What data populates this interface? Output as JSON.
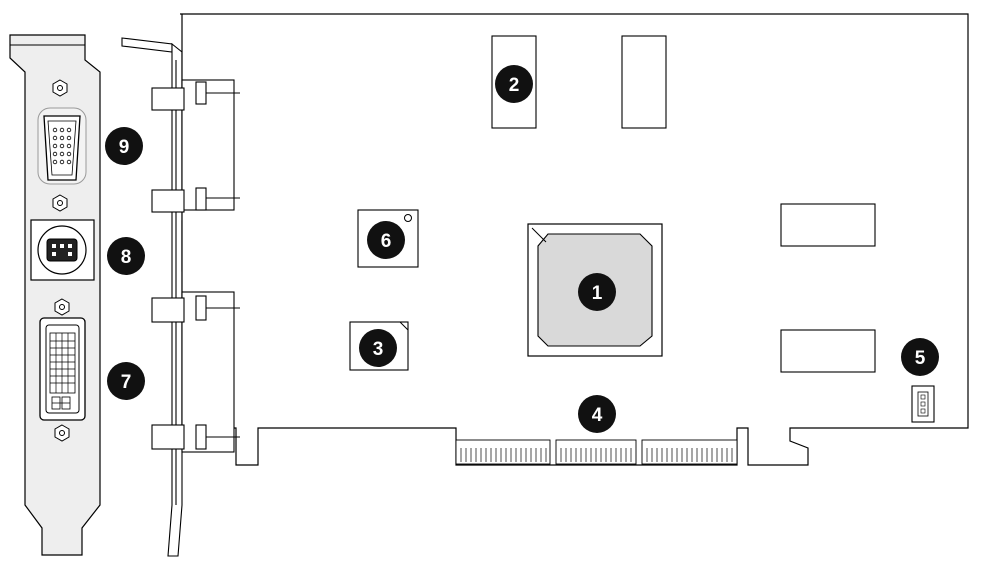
{
  "diagram": {
    "markers": [
      {
        "id": "gpu",
        "label": "1"
      },
      {
        "id": "memory",
        "label": "2"
      },
      {
        "id": "chip-3",
        "label": "3"
      },
      {
        "id": "bus-connector",
        "label": "4"
      },
      {
        "id": "fan-connector",
        "label": "5"
      },
      {
        "id": "chip-6",
        "label": "6"
      },
      {
        "id": "dvi-port",
        "label": "7"
      },
      {
        "id": "s-video-port",
        "label": "8"
      },
      {
        "id": "vga-port",
        "label": "9"
      }
    ],
    "colors": {
      "outline": "#000000",
      "bracket_fill": "#eeeeee",
      "gpu_fill": "#d9d9d9",
      "marker_fill": "#111111",
      "marker_text": "#ffffff"
    }
  }
}
